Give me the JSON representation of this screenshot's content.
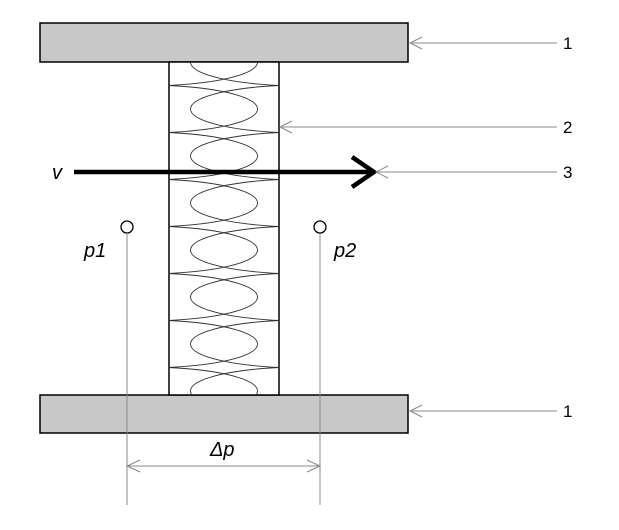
{
  "labels": {
    "velocity": "v",
    "pressure_1": "p1",
    "pressure_2": "p2",
    "pressure_difference": "Δp",
    "callout_plate_top": "1",
    "callout_insulation": "2",
    "callout_flow_arrow": "3",
    "callout_plate_bottom": "1"
  },
  "colors": {
    "plate_fill": "#c8c8c8",
    "stroke": "#000000",
    "leader": "#888888"
  }
}
